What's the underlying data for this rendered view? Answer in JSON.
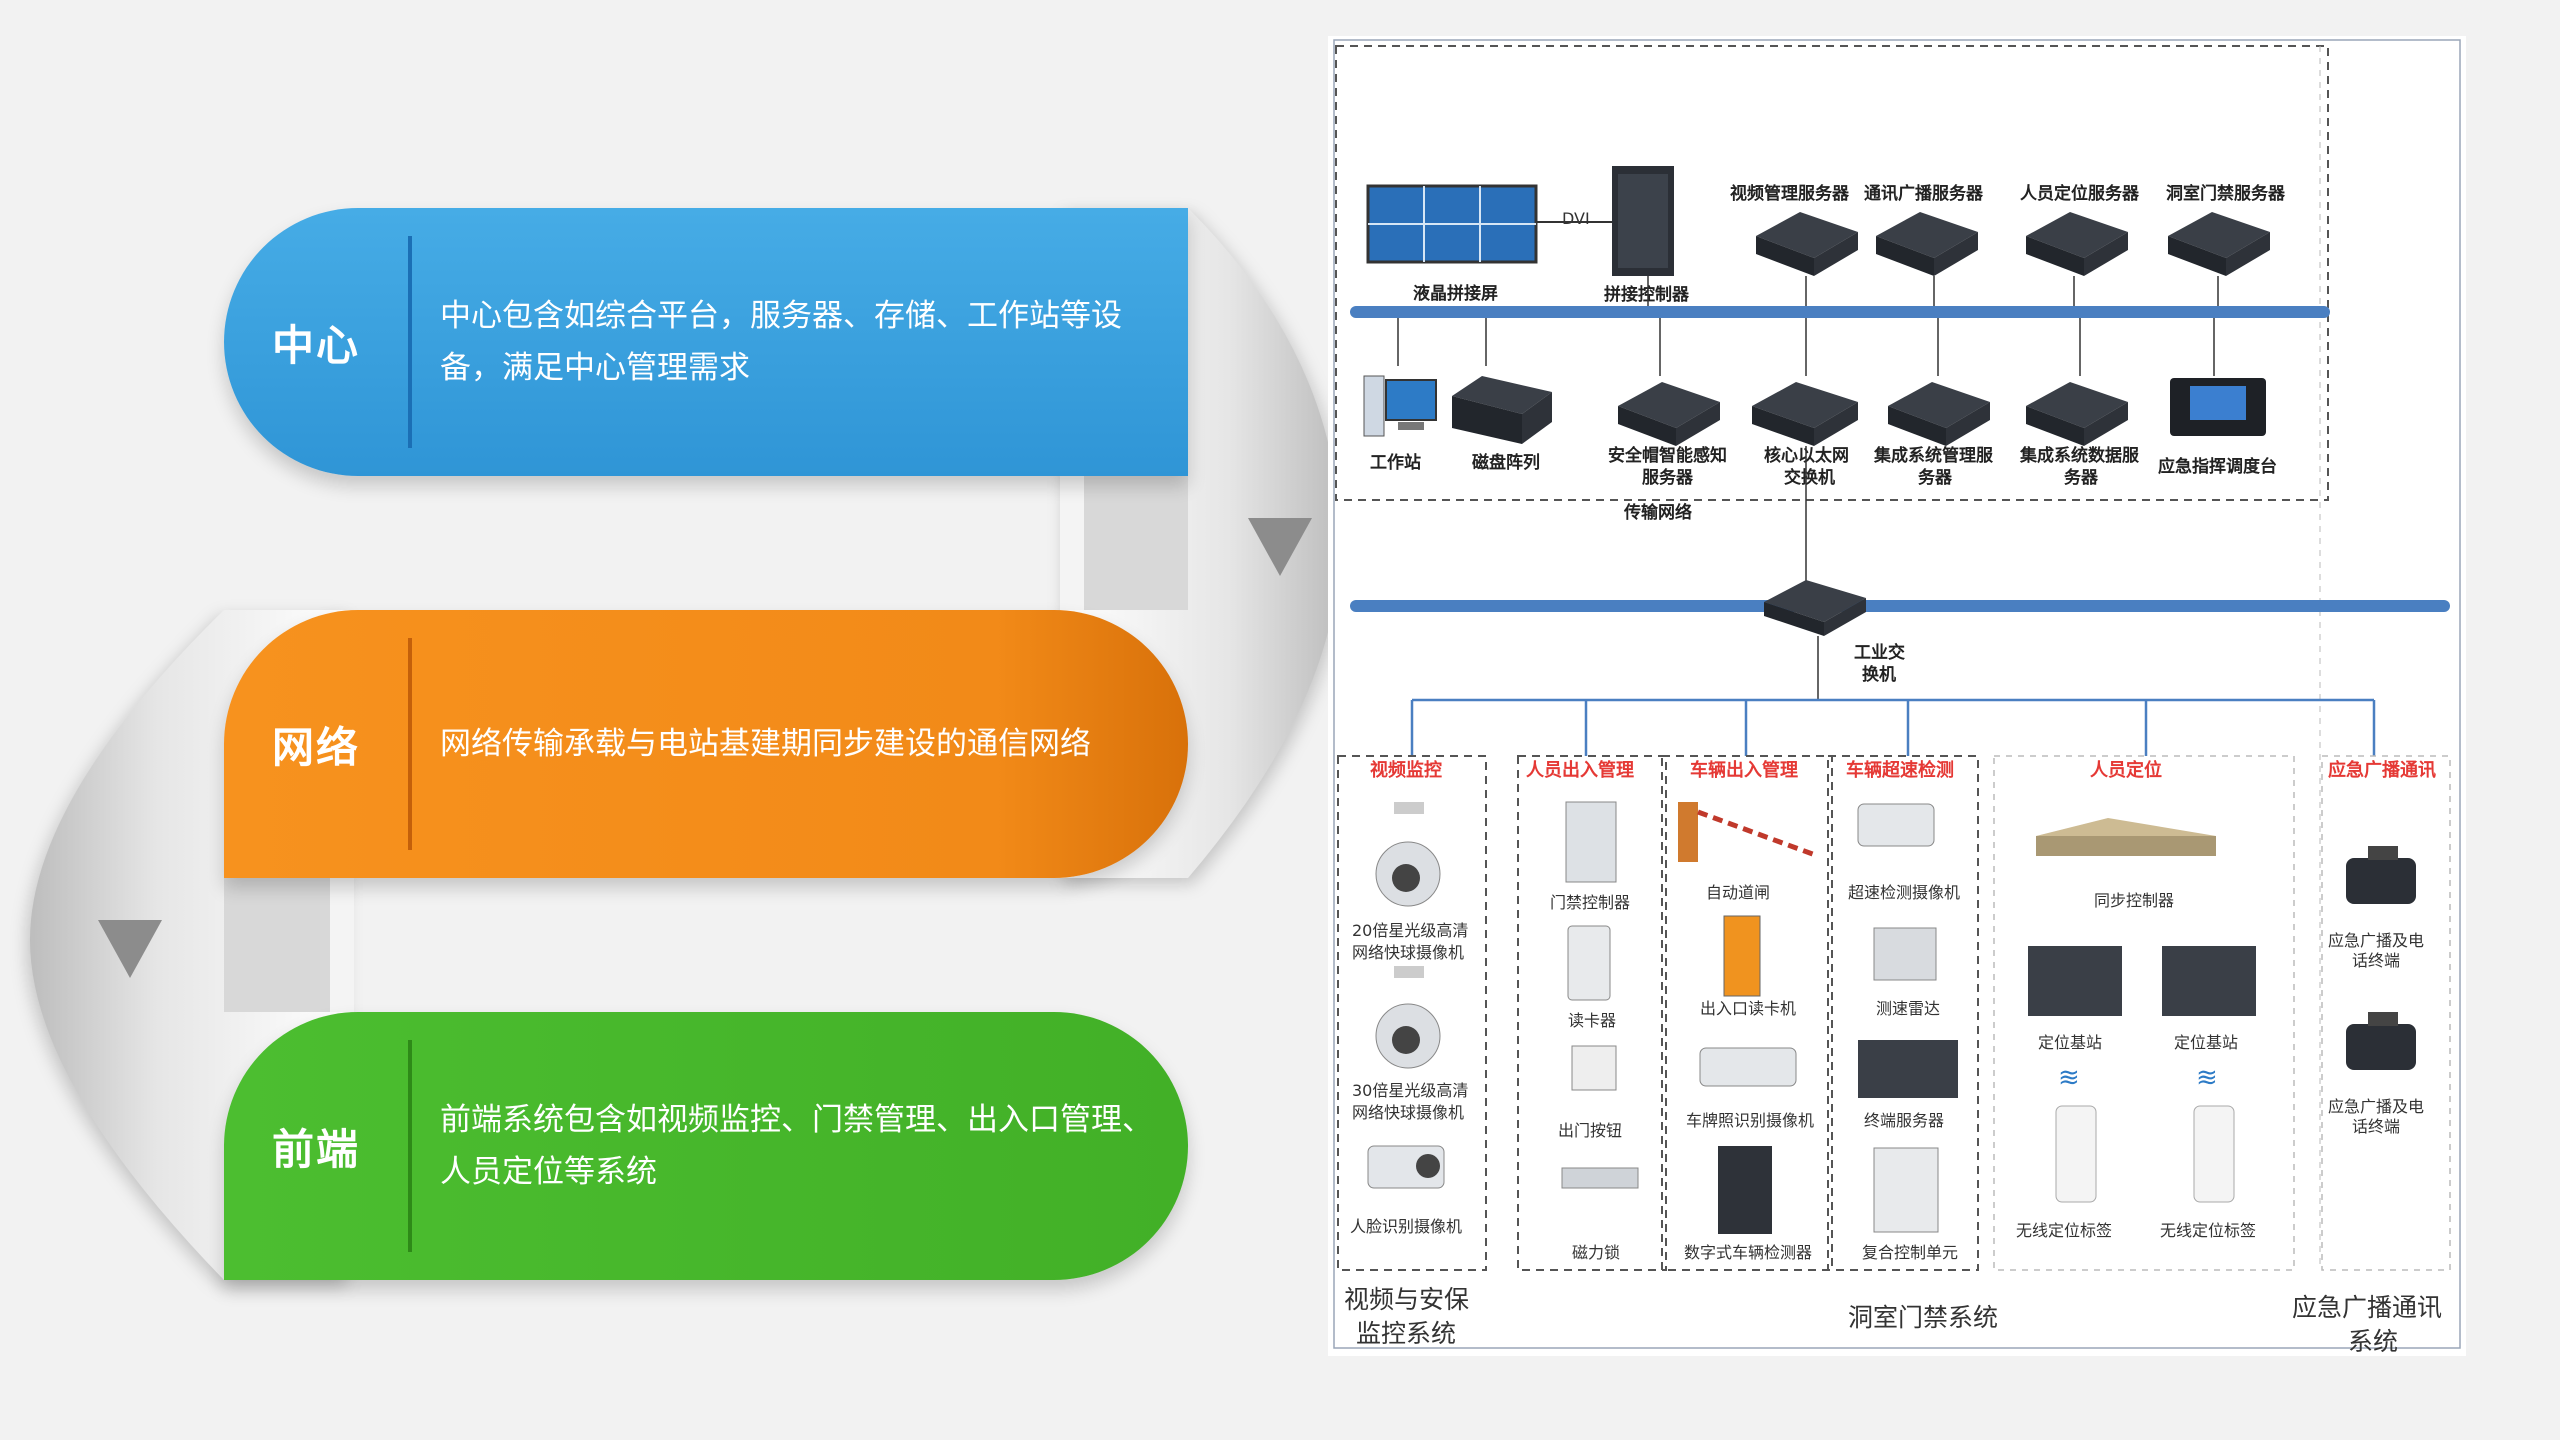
{
  "bands": [
    {
      "title": "中心",
      "desc": "中心包含如综合平台，服务器、存储、工作站等设备，满足中心管理需求"
    },
    {
      "title": "网络",
      "desc": "网络传输承载与电站基建期同步建设的通信网络"
    },
    {
      "title": "前端",
      "desc": "前端系统包含如视频监控、门禁管理、出入口管理、人员定位等系统"
    }
  ],
  "diagram": {
    "top_servers": [
      "视频管理服务器",
      "通讯广播服务器",
      "人员定位服务器",
      "洞室门禁服务器"
    ],
    "video_wall": "液晶拼接屏",
    "dvi": "DVI",
    "splice_ctrl": "拼接控制器",
    "workstation": "工作站",
    "disk_array": "磁盘阵列",
    "helmet_server_1": "安全帽智能感知",
    "helmet_server_2": "服务器",
    "core_switch_1": "核心以太网",
    "core_switch_2": "交换机",
    "integ_mgmt_1": "集成系统管理服",
    "integ_mgmt_2": "务器",
    "integ_data_1": "集成系统数据服",
    "integ_data_2": "务器",
    "emergency_console": "应急指挥调度台",
    "transport_net": "传输网络",
    "ind_switch_1": "工业交",
    "ind_switch_2": "换机",
    "groups": [
      "视频监控",
      "人员出入管理",
      "车辆出入管理",
      "车辆超速检测",
      "人员定位",
      "应急广播通讯"
    ],
    "video": {
      "cam20_1": "20倍星光级高清",
      "cam20_2": "网络快球摄像机",
      "cam30_1": "30倍星光级高清",
      "cam30_2": "网络快球摄像机",
      "face_cam": "人脸识别摄像机"
    },
    "person_access": [
      "门禁控制器",
      "读卡器",
      "出门按钮",
      "磁力锁"
    ],
    "vehicle_access": [
      "自动道闸",
      "出入口读卡机",
      "车牌照识别摄像机",
      "数字式车辆检测器"
    ],
    "speed": [
      "超速检测摄像机",
      "测速雷达",
      "终端服务器",
      "复合控制单元"
    ],
    "positioning": {
      "sync": "同步控制器",
      "base1": "定位基站",
      "base2": "定位基站",
      "tag1": "无线定位标签",
      "tag2": "无线定位标签"
    },
    "broadcast": {
      "t1_1": "应急广播及电",
      "t1_2": "话终端",
      "t2_1": "应急广播及电",
      "t2_2": "话终端"
    },
    "bottom": {
      "video_sys_1": "视频与安保",
      "video_sys_2": "监控系统",
      "door_sys": "洞室门禁系统",
      "bcast_sys_1": "应急广播通讯",
      "bcast_sys_2": "系统"
    }
  },
  "colors": {
    "blue": "#3aa2df",
    "orange": "#f48c1a",
    "green": "#46b72b",
    "bus": "#4a7fc1",
    "red_label": "#e53935"
  }
}
